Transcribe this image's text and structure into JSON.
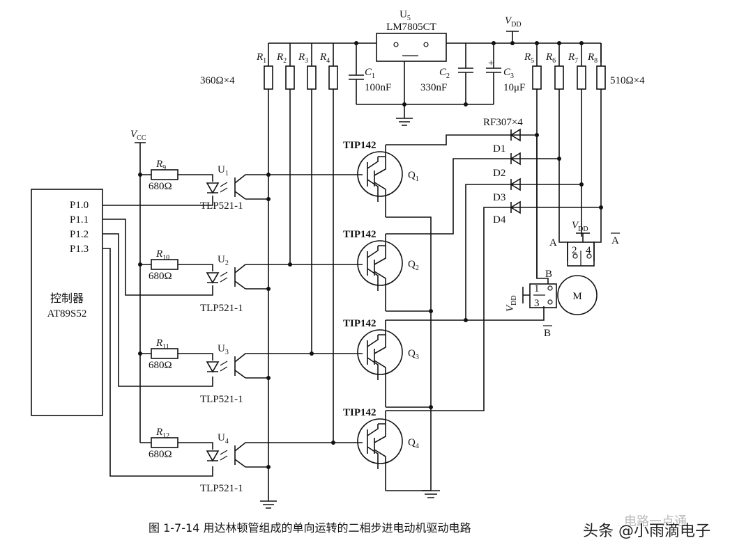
{
  "regulator": {
    "ref": "U",
    "sub": "5",
    "part": "LM7805CT"
  },
  "supply": {
    "vdd": "V",
    "vdd_sub": "DD",
    "vcc": "V",
    "vcc_sub": "CC"
  },
  "resistors_top": [
    {
      "r": "R",
      "n": "1"
    },
    {
      "r": "R",
      "n": "2"
    },
    {
      "r": "R",
      "n": "3"
    },
    {
      "r": "R",
      "n": "4"
    },
    {
      "r": "R",
      "n": "5"
    },
    {
      "r": "R",
      "n": "6"
    },
    {
      "r": "R",
      "n": "7"
    },
    {
      "r": "R",
      "n": "8"
    }
  ],
  "res_left_value": "360Ω×4",
  "res_right_value": "510Ω×4",
  "caps": [
    {
      "c": "C",
      "n": "1",
      "v": "100nF"
    },
    {
      "c": "C",
      "n": "2",
      "v": "330nF"
    },
    {
      "c": "C",
      "n": "3",
      "v": "10μF"
    }
  ],
  "diode_note": "RF307×4",
  "diodes": [
    "D1",
    "D2",
    "D3",
    "D4"
  ],
  "transistors": [
    {
      "part": "TIP142",
      "ref": "Q",
      "n": "1"
    },
    {
      "part": "TIP142",
      "ref": "Q",
      "n": "2"
    },
    {
      "part": "TIP142",
      "ref": "Q",
      "n": "3"
    },
    {
      "part": "TIP142",
      "ref": "Q",
      "n": "4"
    }
  ],
  "optos": [
    {
      "ref": "U",
      "n": "1",
      "part": "TLP521-1",
      "r": "R",
      "rn": "9",
      "rv": "680Ω"
    },
    {
      "ref": "U",
      "n": "2",
      "part": "TLP521-1",
      "r": "R",
      "rn": "10",
      "rv": "680Ω"
    },
    {
      "ref": "U",
      "n": "3",
      "part": "TLP521-1",
      "r": "R",
      "rn": "11",
      "rv": "680Ω"
    },
    {
      "ref": "U",
      "n": "4",
      "part": "TLP521-1",
      "r": "R",
      "rn": "12",
      "rv": "680Ω"
    }
  ],
  "controller": {
    "line1": "控制器",
    "line2": "AT89S52",
    "pins": [
      "P1.0",
      "P1.1",
      "P1.2",
      "P1.3"
    ]
  },
  "motor": {
    "label": "M",
    "A": "A",
    "A_bar": "A",
    "B": "B",
    "B_bar": "B",
    "pins_a": [
      "2",
      "4"
    ],
    "pins_b": [
      "1",
      "3"
    ]
  },
  "caption": "图 1-7-14   用达林顿管组成的单向运转的二相步进电动机驱动电路",
  "watermark": "头条 @小雨滴电子",
  "watermark2": "电路一点通"
}
